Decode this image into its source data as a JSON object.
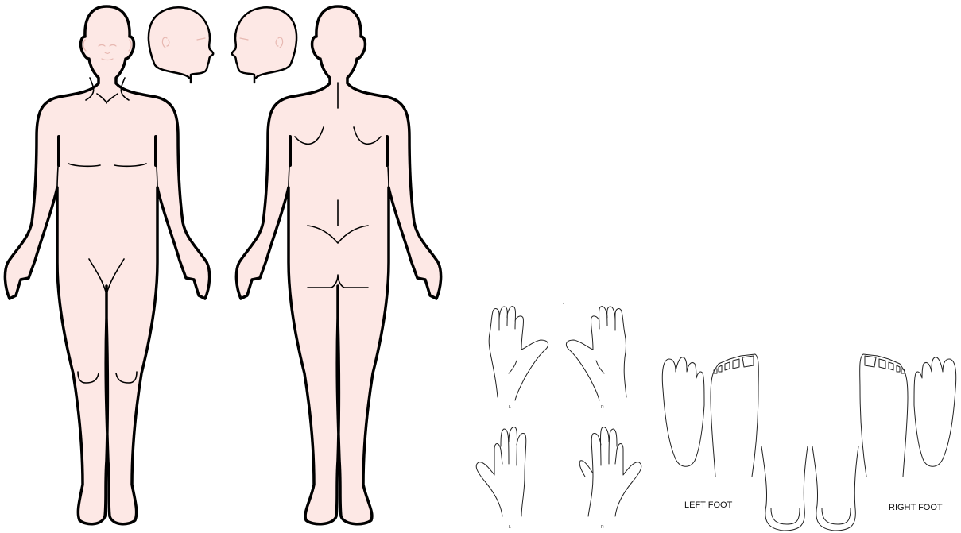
{
  "labels": {
    "left_foot": "LEFT FOOT",
    "right_foot": "RIGHT FOOT",
    "hand_left_top": "L",
    "hand_right_top": "R",
    "hand_left_bottom": "L",
    "hand_right_bottom": "R"
  }
}
